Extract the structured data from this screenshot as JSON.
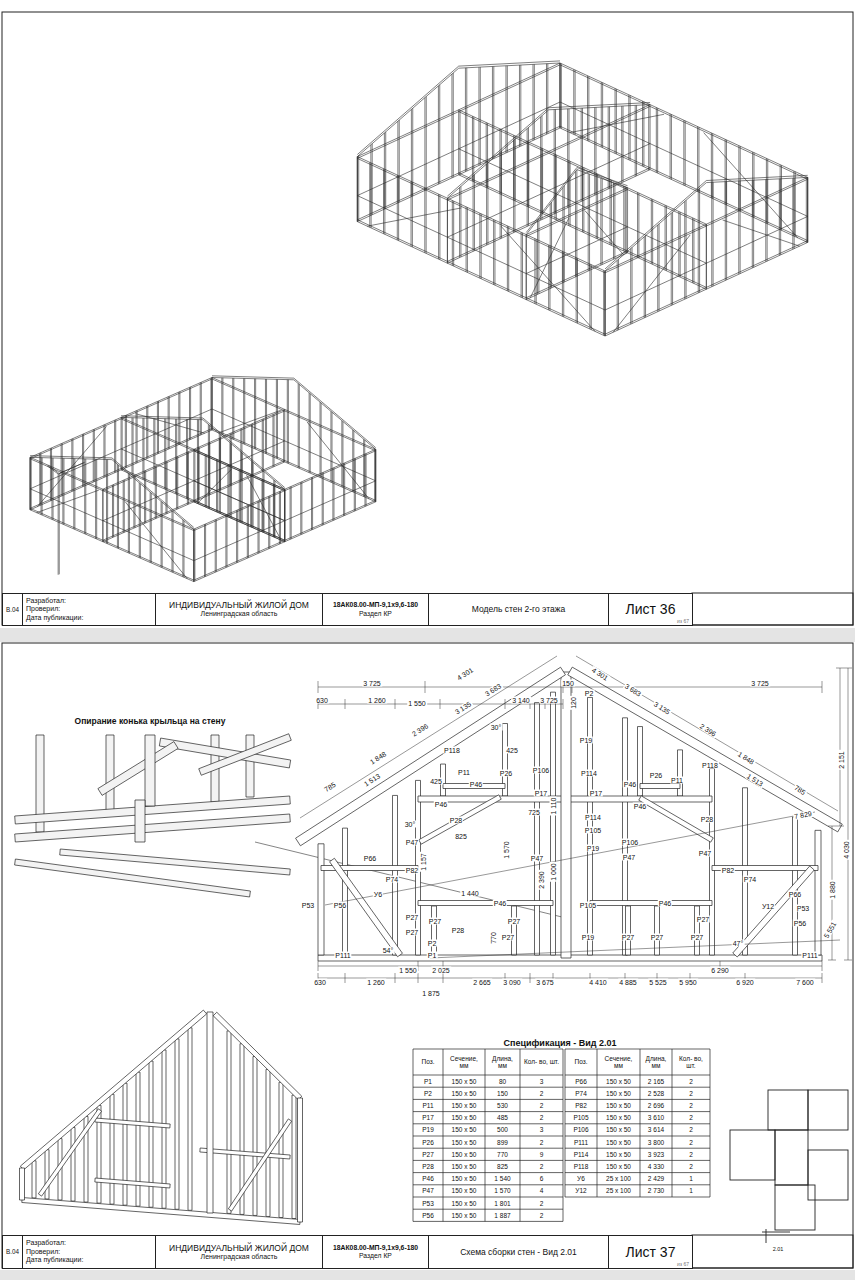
{
  "diagram": {
    "nodes": [
      {
        "text": [
          "В.04"
        ]
      },
      {
        "text": [
          "Разработал:",
          "Проверил:",
          "Дата публикации:"
        ]
      },
      {
        "text": [
          "ИНДИВИДУАЛЬНЫЙ ЖИЛОЙ ДОМ",
          "Ленинградская область"
        ]
      },
      {
        "text": [
          "18АК08.00-МП-9,1х9,6-180",
          "Раздел КР"
        ]
      },
      {
        "text": [
          "Модель стен 2-го этажа"
        ]
      },
      {
        "text": [
          "Лист 36",
          "из 67"
        ]
      },
      {
        "text": [
          "В.04"
        ]
      },
      {
        "text": [
          "Разработал:",
          "Проверил:",
          "Дата публикации:"
        ]
      },
      {
        "text": [
          "ИНДИВИДУАЛЬНЫЙ ЖИЛОЙ ДОМ",
          "Ленинградская область"
        ]
      },
      {
        "text": [
          "18АК08.00-МП-9,1х9,6-180",
          "Раздел КР"
        ]
      },
      {
        "text": [
          "Схема сборки стен - Вид 2.01"
        ]
      },
      {
        "text": [
          "Лист 37",
          "из 67"
        ]
      }
    ],
    "labels": [
      "3 725",
      "4 301",
      "150",
      "4 301",
      "3 725",
      "630",
      "1 260",
      "1 550",
      "3 135",
      "3 683",
      "3 140",
      "3 725",
      "3 683",
      "3 135",
      "785",
      "1 848",
      "1 513",
      "2 396",
      "2 396",
      "1 848",
      "1 513",
      "785",
      "120",
      "30°",
      "Р2",
      "Р19",
      "Р118",
      "425",
      "Р11",
      "425",
      "Р46",
      "Р26",
      "Р106",
      "Р114",
      "Р17",
      "Р17",
      "Р46",
      "725",
      "1 110",
      "Р114",
      "30°",
      "Р28",
      "825",
      "Р105",
      "Р19",
      "Р47",
      "1 570",
      "Р47",
      "1 157",
      "Р66",
      "Р82",
      "Р74",
      "У6",
      "1 440",
      "2 390",
      "1 000",
      "Р46",
      "Р53",
      "Р56",
      "Р27",
      "Р27",
      "Р27",
      "Р105",
      "Р27",
      "Р28",
      "Р27",
      "770",
      "Р19",
      "Р2",
      "Р1",
      "Р111",
      "54°",
      "Р46",
      "Р26",
      "Р11",
      "Р118",
      "Р46",
      "Р28",
      "Р106",
      "Р47",
      "Р47",
      "Р82",
      "Р74",
      "Р66",
      "У12",
      "Р46",
      "Р53",
      "Р56",
      "Р27",
      "Р27",
      "Р27",
      "Р27",
      "47°",
      "Р111",
      "2 151",
      "4 030",
      "1 880",
      "5 551",
      "7 829",
      "1 550",
      "2 025",
      "6 290",
      "630",
      "1 260",
      "1 875",
      "2 665",
      "3 090",
      "3 675",
      "4 410",
      "4 885",
      "5 525",
      "5 950",
      "6 920",
      "7 600",
      "Опирание конька крыльца на стену",
      "Спецификация - Вид 2.01",
      "2.01",
      "Поз.",
      "Сечение, мм",
      "Длина, мм",
      "Кол- во, шт.",
      "Р1",
      "150 х 50",
      "80",
      "3",
      "Р2",
      "150 х 50",
      "150",
      "2",
      "Р11",
      "150 х 50",
      "530",
      "2",
      "Р17",
      "150 х 50",
      "485",
      "2",
      "Р19",
      "150 х 50",
      "500",
      "3",
      "Р26",
      "150 х 50",
      "899",
      "2",
      "Р27",
      "150 х 50",
      "770",
      "9",
      "Р28",
      "150 х 50",
      "825",
      "2",
      "Р46",
      "150 х 50",
      "1 540",
      "6",
      "Р47",
      "150 х 50",
      "1 570",
      "4",
      "Р53",
      "150 х 50",
      "1 801",
      "2",
      "Р56",
      "150 х 50",
      "1 887",
      "2",
      "Поз.",
      "Сечение, мм",
      "Длина, мм",
      "Кол- во, шт.",
      "Р66",
      "150 х 50",
      "2 165",
      "2",
      "Р74",
      "150 х 50",
      "2 528",
      "2",
      "Р82",
      "150 х 50",
      "2 696",
      "2",
      "Р105",
      "150 х 50",
      "3 610",
      "2",
      "Р106",
      "150 х 50",
      "3 614",
      "2",
      "Р111",
      "150 х 50",
      "3 800",
      "2",
      "Р114",
      "150 х 50",
      "3 923",
      "2",
      "Р118",
      "150 х 50",
      "4 330",
      "2",
      "У6",
      "25 х 100",
      "2 429",
      "1",
      "У12",
      "25 х 100",
      "2 730",
      "1"
    ]
  }
}
